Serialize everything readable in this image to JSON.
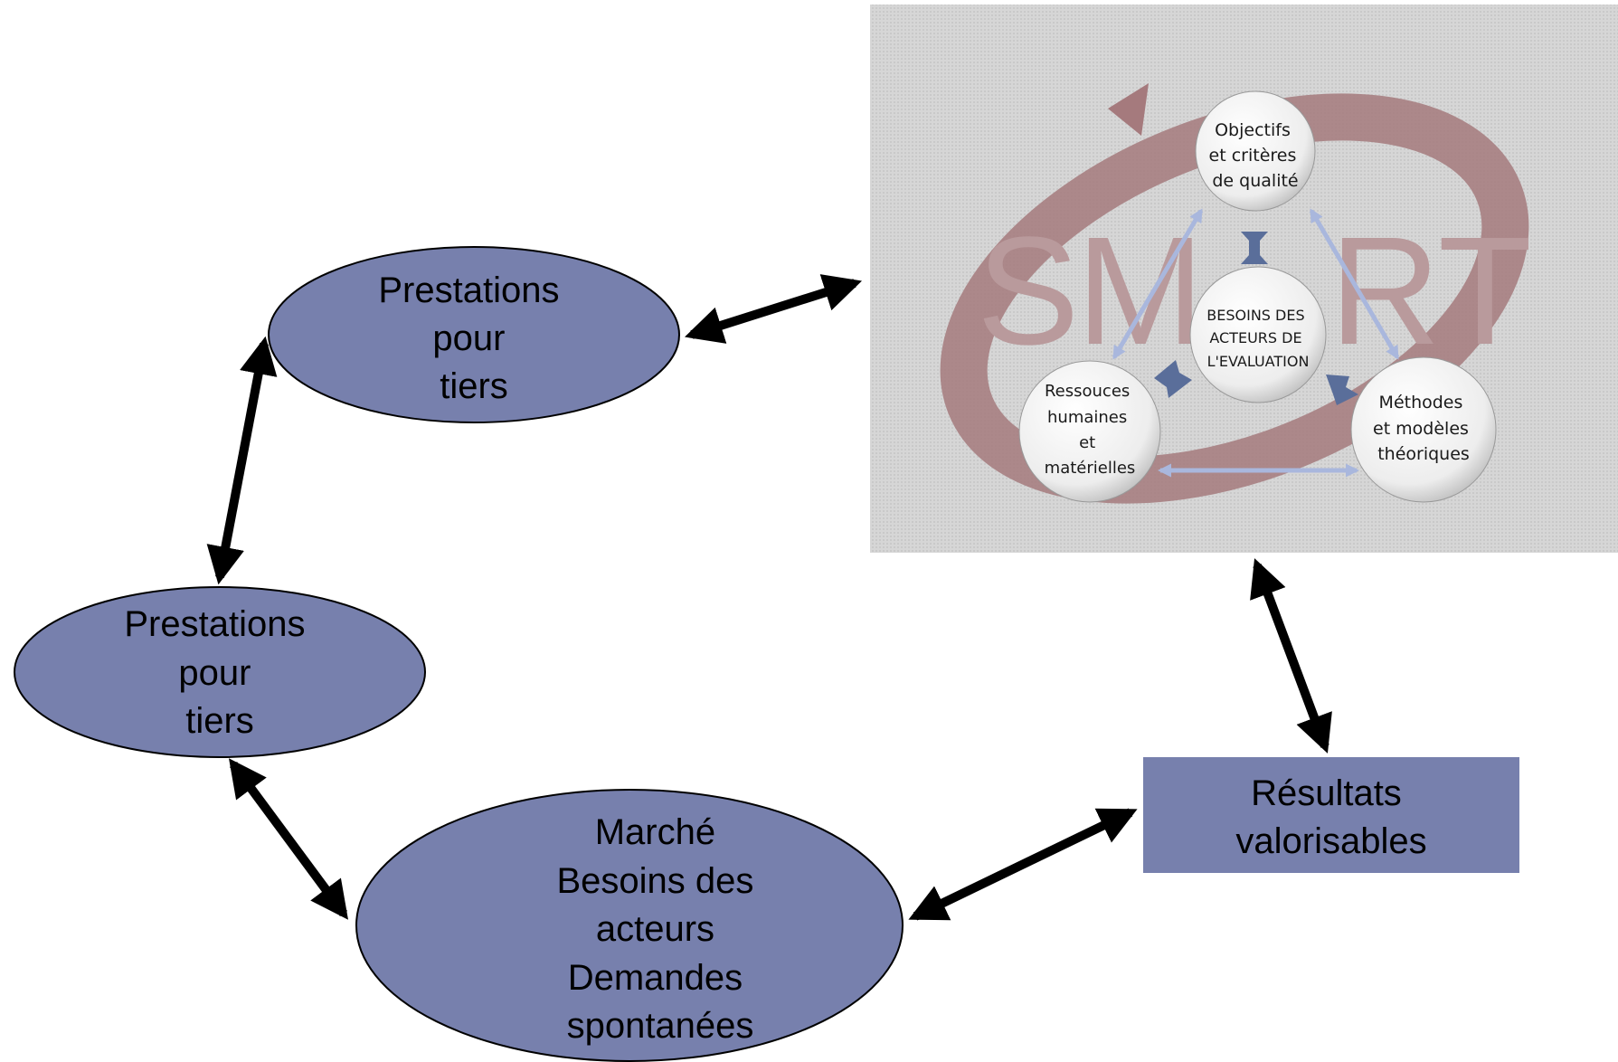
{
  "nodes": {
    "prestations_top": [
      "Prestations",
      "pour",
      "tiers"
    ],
    "prestations_left": [
      "Prestations",
      "pour",
      "tiers"
    ],
    "marche": [
      "Marché",
      "Besoins des",
      "acteurs",
      "Demandes",
      "spontanées"
    ],
    "resultats": [
      "Résultats",
      "valorisables"
    ]
  },
  "smart_image": {
    "watermark": [
      "S",
      "M",
      "R",
      "T"
    ],
    "circles": {
      "objectifs": [
        "Objectifs",
        "et critères",
        "de qualité"
      ],
      "besoins": [
        "BESOINS DES",
        "ACTEURS DE",
        "L'EVALUATION"
      ],
      "ressources": [
        "Ressouces",
        "humaines",
        "et",
        "matérielles"
      ],
      "methodes": [
        "Méthodes",
        "et modèles",
        "théoriques"
      ]
    }
  },
  "colors": {
    "node_fill": "#7780ad",
    "node_stroke": "#000000",
    "arrow": "#000000",
    "image_background": "#d3d3d3",
    "swirl": "#a57a7d",
    "inner_arrow": "#a9b7dd",
    "connector": "#5a6e9a"
  }
}
